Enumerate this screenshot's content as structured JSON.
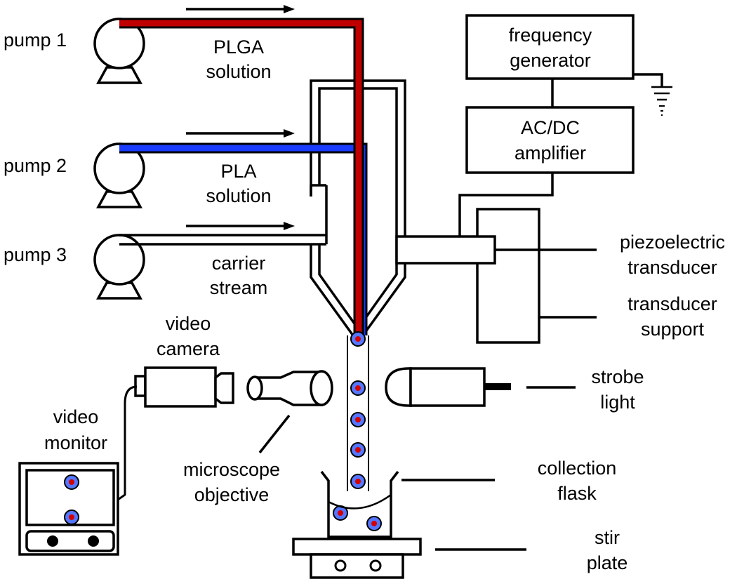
{
  "colors": {
    "plga_stream": "#c00000",
    "pla_stream": "#1a3cff",
    "droplet_core": "#d40000",
    "droplet_shell": "#5577ff",
    "outline": "#000000",
    "background": "#ffffff"
  },
  "labels": {
    "pump1": "pump 1",
    "pump2": "pump 2",
    "pump3": "pump 3",
    "plga_1": "PLGA",
    "plga_2": "solution",
    "pla_1": "PLA",
    "pla_2": "solution",
    "carrier_1": "carrier",
    "carrier_2": "stream",
    "freq_1": "frequency",
    "freq_2": "generator",
    "amp_1": "AC/DC",
    "amp_2": "amplifier",
    "piezo_1": "piezoelectric",
    "piezo_2": "transducer",
    "support_1": "transducer",
    "support_2": "support",
    "strobe_1": "strobe",
    "strobe_2": "light",
    "camera_1": "video",
    "camera_2": "camera",
    "monitor_1": "video",
    "monitor_2": "monitor",
    "objective_1": "microscope",
    "objective_2": "objective",
    "flask_1": "collection",
    "flask_2": "flask",
    "stir_1": "stir",
    "stir_2": "plate"
  },
  "icons": [
    "pump-icon",
    "flow-arrow-icon",
    "ground-icon",
    "camera-icon",
    "monitor-icon",
    "strobe-lamp-icon",
    "microscope-objective-icon",
    "droplet-icon",
    "flask-icon",
    "stir-plate-icon"
  ]
}
